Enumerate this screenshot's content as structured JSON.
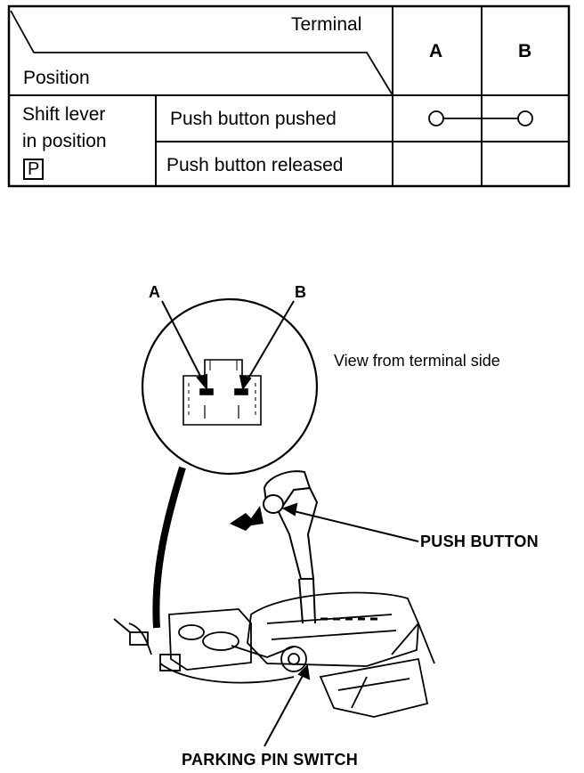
{
  "table": {
    "header_terminal": "Terminal",
    "header_position": "Position",
    "col_a": "A",
    "col_b": "B",
    "row_group_label_line1": "Shift lever",
    "row_group_label_line2": "in position",
    "row_group_label_p": "P",
    "rows": [
      {
        "label": "Push button pushed",
        "continuity": "A-B connected"
      },
      {
        "label": "Push button released",
        "continuity": ""
      }
    ]
  },
  "diagram": {
    "callout_a": "A",
    "callout_b": "B",
    "view_note": "View from terminal side",
    "push_button_label": "PUSH BUTTON",
    "parking_pin_switch_label": "PARKING PIN SWITCH"
  }
}
